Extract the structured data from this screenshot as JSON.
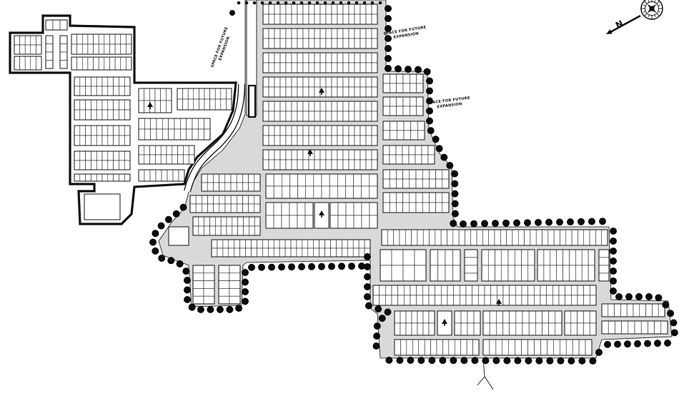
{
  "map": {
    "expansion_labels": [
      {
        "line1": "SPACE FOR FUTURE",
        "line2": "EXPANSION"
      },
      {
        "line1": "SPACE FOR FUTURE",
        "line2": "EXPANSION"
      },
      {
        "line1": "SPACE FOR FUTURE",
        "line2": "EXPANSION"
      }
    ],
    "compass": {
      "north_letter": "N",
      "icon": "compass-rose-icon"
    },
    "tree_icon": "tree-icon",
    "park_icon": "park-symbol-icon",
    "colors": {
      "ink": "#111111",
      "road": "#d9d9d9",
      "paper": "#ffffff",
      "tree": "#0b0b0b"
    }
  }
}
